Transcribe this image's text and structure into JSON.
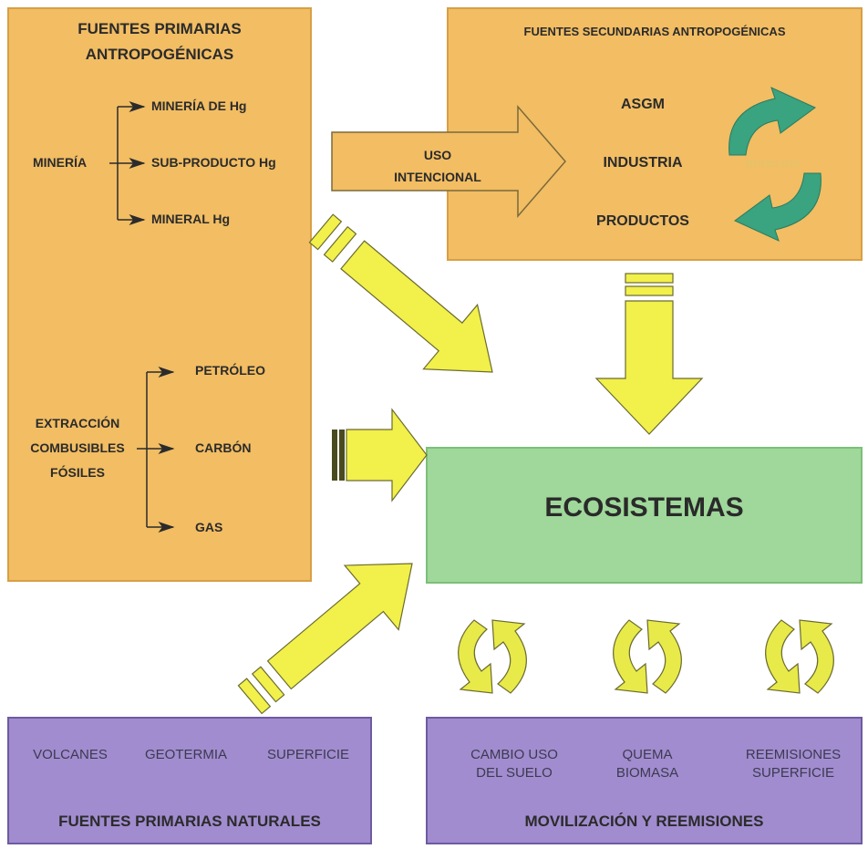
{
  "primary_anthro": {
    "title_line1": "FUENTES PRIMARIAS",
    "title_line2": "ANTROPOGÉNICAS",
    "mining": {
      "label": "MINERÍA",
      "items": [
        "MINERÍA DE Hg",
        "SUB-PRODUCTO Hg",
        "MINERAL Hg"
      ]
    },
    "fossil": {
      "label_line1": "EXTRACCIÓN",
      "label_line2": "COMBUSIBLES",
      "label_line3": "FÓSILES",
      "items": [
        "PETRÓLEO",
        "CARBÓN",
        "GAS"
      ]
    }
  },
  "secondary_anthro": {
    "title": "FUENTES SECUNDARIAS ANTROPOGÉNICAS",
    "items": [
      "ASGM",
      "INDUSTRIA",
      "PRODUCTOS"
    ],
    "recycle_label": "RECICLADO"
  },
  "arrow_uso": {
    "line1": "USO",
    "line2": "INTENCIONAL"
  },
  "ecosystems": {
    "label": "ECOSISTEMAS"
  },
  "natural": {
    "items": [
      "VOLCANES",
      "GEOTERMIA",
      "SUPERFICIE"
    ],
    "title": "FUENTES PRIMARIAS NATURALES"
  },
  "mobilization": {
    "items": [
      {
        "line1": "CAMBIO USO",
        "line2": "DEL SUELO"
      },
      {
        "line1": "QUEMA",
        "line2": "BIOMASA"
      },
      {
        "line1": "REEMISIONES",
        "line2": "SUPERFICIE"
      }
    ],
    "title": "MOVILIZACIÓN Y REEMISIONES"
  },
  "colors": {
    "orange_box": "#f2bd63",
    "green_box": "#9fd89a",
    "purple_box": "#a18ccf",
    "yellow_arrow": "#f2f04a",
    "recycle_green": "#3aa380"
  }
}
